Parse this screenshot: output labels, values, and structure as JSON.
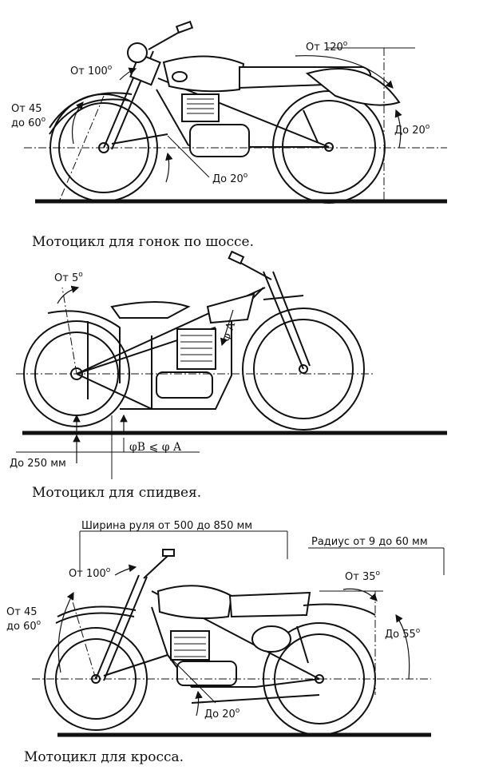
{
  "diagram1": {
    "caption": "Мотоцикл для гонок по шоссе.",
    "label_ot100": "От 100",
    "label_ot45": "От 45",
    "label_do60": "до 60",
    "label_ot120": "От 120",
    "label_do20_right": "До 20",
    "label_do20_bottom": "До 20",
    "degree": "о"
  },
  "diagram2": {
    "caption": "Мотоцикл для спидвея.",
    "label_ot5": "От 5",
    "label_phiA": "φ A",
    "label_phiB": "φB ⩽ φ A",
    "label_do250": "До 250 мм",
    "degree": "о"
  },
  "diagram3": {
    "caption": "Мотоцикл для кросса.",
    "label_handlebar": "Ширина руля от 500 до 850 мм",
    "label_radius": "Радиус от 9 до 60 мм",
    "label_ot100": "От 100",
    "label_ot45": "От 45",
    "label_do60": "до 60",
    "label_ot35": "От 35",
    "label_do55": "До 55",
    "label_do20": "До 20",
    "degree": "о"
  }
}
